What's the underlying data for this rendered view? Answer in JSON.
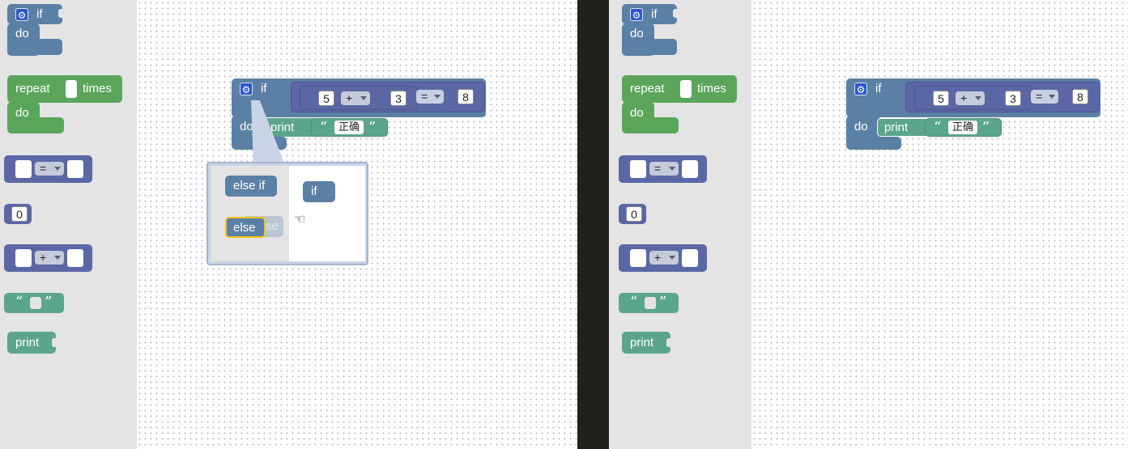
{
  "toolbox": {
    "if_label": "if",
    "do_label": "do",
    "repeat_label": "repeat",
    "times_label": "times",
    "loop_do_label": "do",
    "compare_op": "=",
    "number_value": "0",
    "arith_op": "+",
    "print_label": "print"
  },
  "canvas_block": {
    "if_label": "if",
    "do_label": "do",
    "left_number": "5",
    "arith_op": "+",
    "right_number": "3",
    "compare_op": "=",
    "compare_value": "8",
    "print_label": "print",
    "string_value": "正确"
  },
  "mutator": {
    "else_if_label": "else if",
    "else_label": "else",
    "if_label": "if",
    "ghost_text": "se"
  },
  "quote_open": "“",
  "quote_close": "”",
  "gear_glyph": "⚙",
  "hand_glyph": "☜",
  "colors": {
    "logic": "#5b80a5",
    "loop": "#5ba55b",
    "math": "#5b67a5",
    "text": "#5ba58c",
    "flyout_bg": "#e4e4e4",
    "divider": "#20201d",
    "selection": "#f0c419"
  }
}
